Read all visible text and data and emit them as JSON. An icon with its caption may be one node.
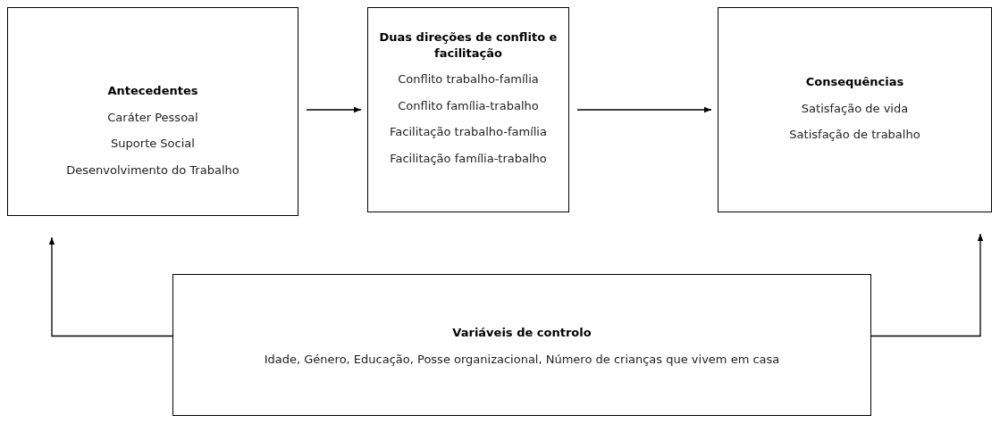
{
  "diagram": {
    "nodes": [
      {
        "text": [
          "Antecedentes",
          "Caráter Pessoal",
          "Suporte Social",
          "Desenvolvimento do Trabalho"
        ]
      },
      {
        "text": [
          "Duas direções de conflito e facilitação",
          "Conflito trabalho-família",
          "Conflito família-trabalho",
          "Facilitação trabalho-família",
          "Facilitação família-trabalho"
        ]
      },
      {
        "text": [
          "Consequências",
          "Satisfação de vida",
          "Satisfação de trabalho"
        ]
      },
      {
        "text": [
          "Variáveis de controlo",
          "Idade, Género, Educação, Posse organizacional, Número de crianças que vivem em casa"
        ]
      }
    ],
    "edges": [
      {
        "from": 0,
        "to": 1,
        "arrow": "to"
      },
      {
        "from": 1,
        "to": 2,
        "arrow": "to"
      },
      {
        "from": 3,
        "to": 0,
        "arrow": "to"
      },
      {
        "from": 3,
        "to": 2,
        "arrow": "to"
      }
    ]
  }
}
